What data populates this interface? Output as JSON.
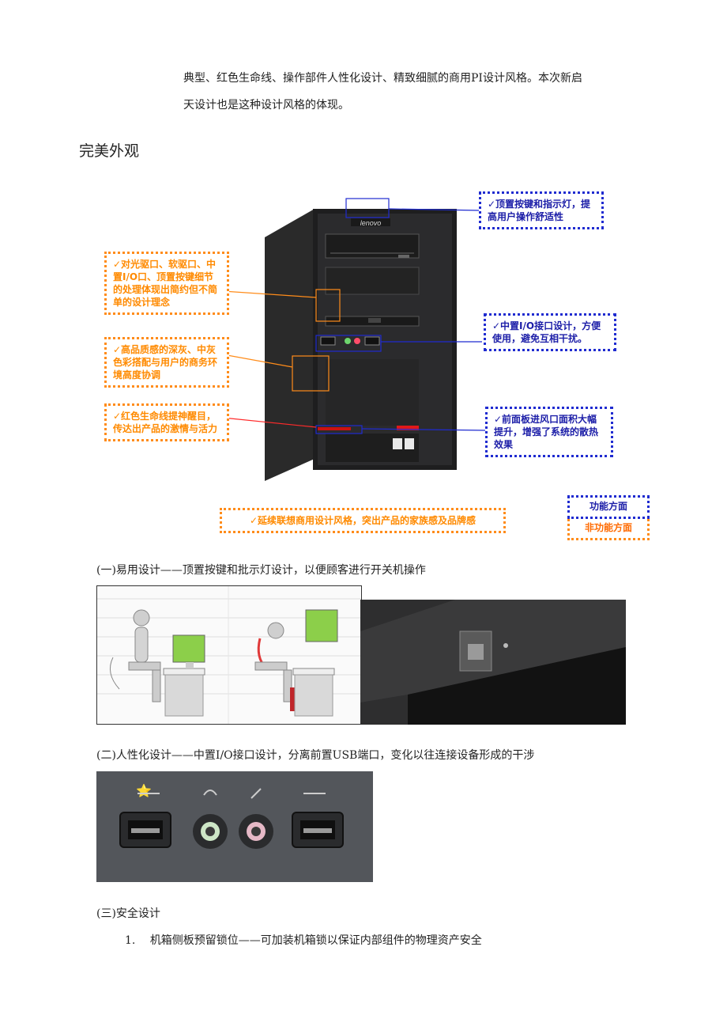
{
  "intro": {
    "line1": "典型、红色生命线、操作部件人性化设计、精致细腻的商用PI设计风格。本次新启",
    "line2": "天设计也是这种设计风格的体现。"
  },
  "section_heading": "完美外观",
  "figure": {
    "brand": "lenovo",
    "callouts_left": [
      "✓对光驱口、软驱口、中置I/O口、顶置按键细节的处理体现出简约但不简单的设计理念",
      "✓高品质感的深灰、中灰色彩搭配与用户的商务环境高度协调",
      "✓红色生命线提神醒目，传达出产品的激情与活力"
    ],
    "callouts_right": [
      "✓顶置按键和指示灯，提高用户操作舒适性",
      "✓中置I/O接口设计，方便使用，避免互相干扰。",
      "✓前面板进风口面积大幅提升，增强了系统的散热效果"
    ],
    "bottom_callout": "✓延续联想商用设计风格，突出产品的家族感及品牌感",
    "legend_functional": "功能方面",
    "legend_nonfunctional": "非功能方面",
    "colors": {
      "orange": "#ff8c1a",
      "blue": "#1f2bd0"
    }
  },
  "captions": {
    "c1": "(一)易用设计——顶置按键和批示灯设计，以便顾客进行开关机操作",
    "c2": "(二)人性化设计——中置I/O接口设计，分离前置USB端口，变化以往连接设备形成的干涉",
    "c3": "(三)安全设计"
  },
  "list": {
    "num": "1.",
    "text": "机箱侧板预留锁位——可加装机箱锁以保证内部组件的物理资产安全"
  }
}
